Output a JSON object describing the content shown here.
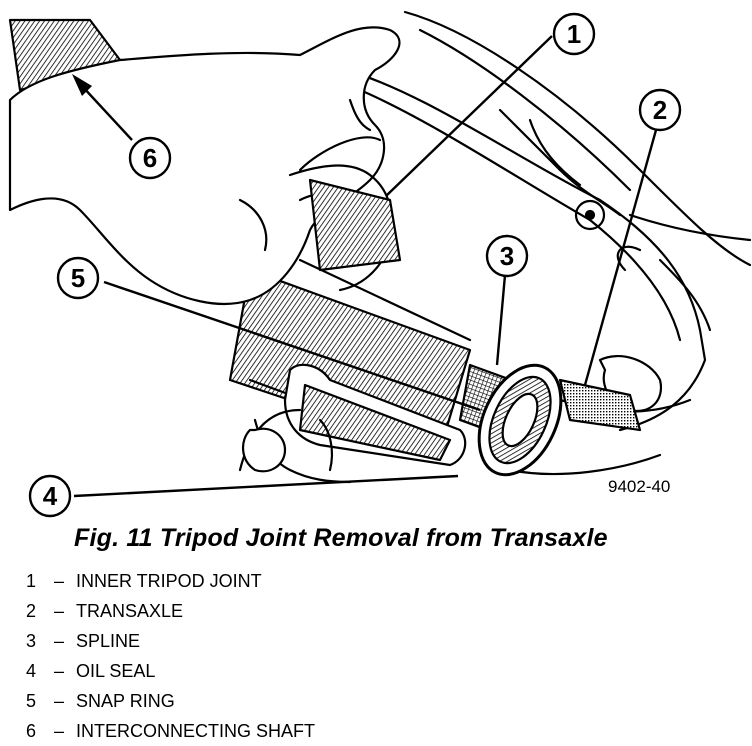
{
  "figure": {
    "code": "9402-40",
    "caption": "Fig. 11 Tripod Joint Removal from Transaxle"
  },
  "callouts": [
    "1",
    "2",
    "3",
    "4",
    "5",
    "6"
  ],
  "legend": [
    {
      "num": "1",
      "dash": "–",
      "label": "INNER TRIPOD JOINT"
    },
    {
      "num": "2",
      "dash": "–",
      "label": "TRANSAXLE"
    },
    {
      "num": "3",
      "dash": "–",
      "label": "SPLINE"
    },
    {
      "num": "4",
      "dash": "–",
      "label": "OIL SEAL"
    },
    {
      "num": "5",
      "dash": "–",
      "label": "SNAP RING"
    },
    {
      "num": "6",
      "dash": "–",
      "label": "INTERCONNECTING SHAFT"
    }
  ]
}
